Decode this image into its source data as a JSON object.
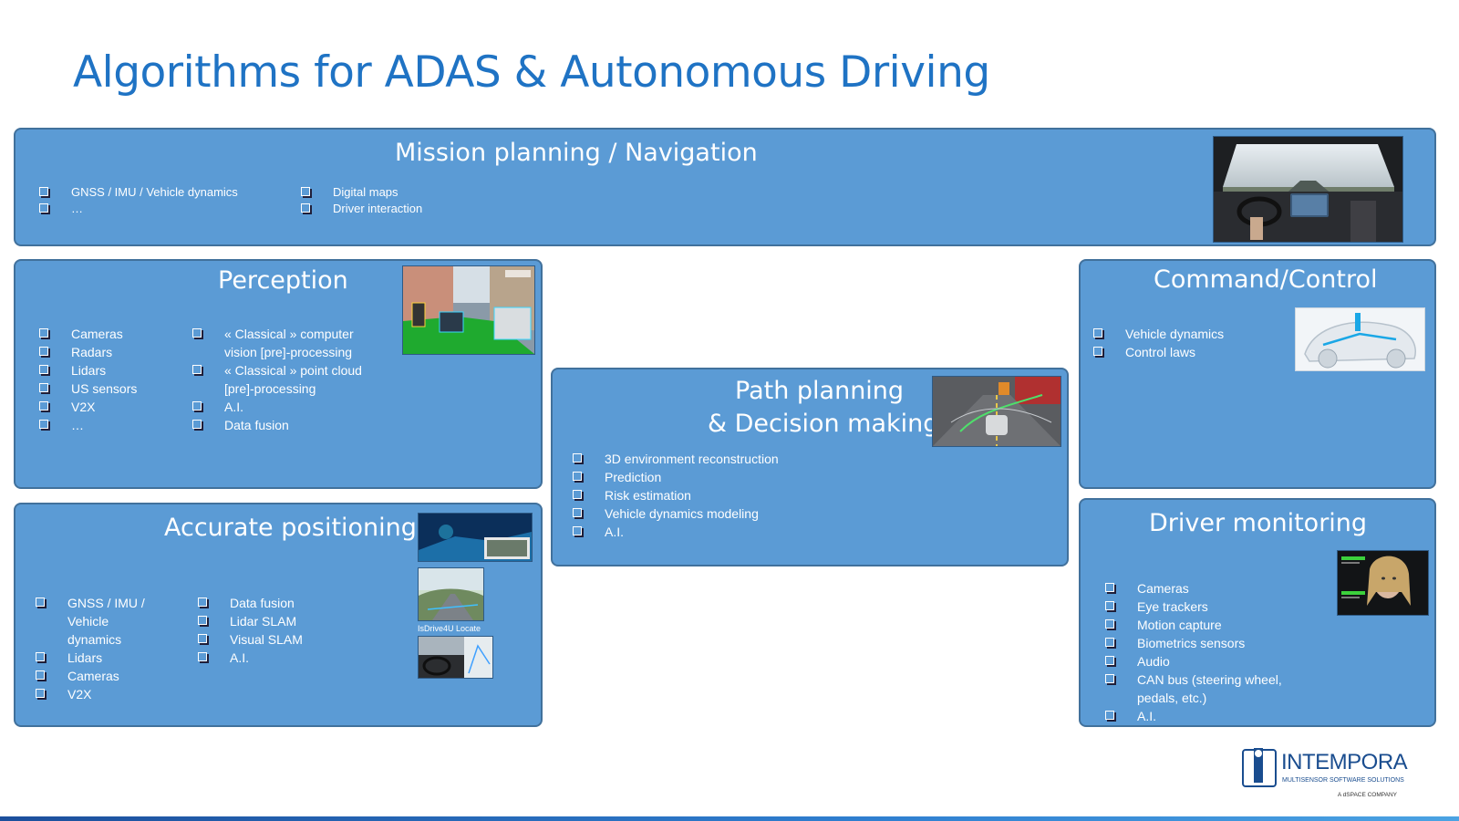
{
  "slide": {
    "title": "Algorithms for ADAS & Autonomous Driving"
  },
  "mission": {
    "title": "Mission planning / Navigation",
    "col1": [
      "GNSS / IMU / Vehicle dynamics",
      "…"
    ],
    "col2": [
      "Digital maps",
      "Driver interaction"
    ]
  },
  "perception": {
    "title": "Perception",
    "col1": [
      "Cameras",
      "Radars",
      "Lidars",
      "US sensors",
      "V2X",
      "…"
    ],
    "col2": [
      "« Classical » computer vision [pre]-processing",
      "« Classical » point cloud [pre]-processing",
      "A.I.",
      "Data fusion"
    ]
  },
  "command": {
    "title": "Command/Control",
    "items": [
      "Vehicle dynamics",
      "Control laws"
    ]
  },
  "path": {
    "title_line1": "Path planning",
    "title_line2": "& Decision making",
    "items": [
      "3D environment reconstruction",
      "Prediction",
      "Risk estimation",
      "Vehicle dynamics modeling",
      "A.I."
    ]
  },
  "positioning": {
    "title": "Accurate positioning",
    "col1": [
      "GNSS / IMU / Vehicle dynamics",
      "Lidars",
      "Cameras",
      "V2X"
    ],
    "col2": [
      "Data fusion",
      "Lidar SLAM",
      "Visual SLAM",
      "A.I."
    ],
    "image_caption": "IsDrive4U Locate"
  },
  "driver": {
    "title": "Driver monitoring",
    "items": [
      "Cameras",
      "Eye trackers",
      "Motion capture",
      "Biometrics sensors",
      "Audio",
      "CAN bus (steering wheel, pedals,  etc.)",
      "A.I."
    ]
  },
  "logo": {
    "name": "INTEMPORA",
    "tagline": "MULTISENSOR SOFTWARE SOLUTIONS",
    "company": "A dSPACE COMPANY"
  },
  "colors": {
    "title": "#1f73c4",
    "box_fill": "#5b9bd5",
    "box_border": "#41719c"
  }
}
